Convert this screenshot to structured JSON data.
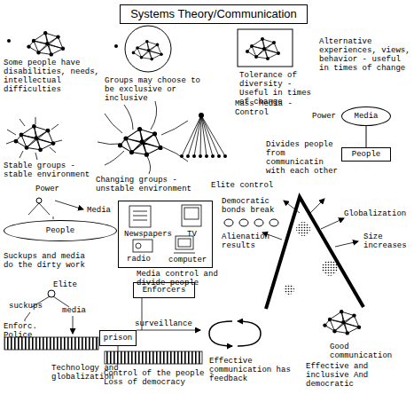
{
  "diagram": {
    "title": "Systems Theory/Communication",
    "nodes": [
      {
        "text": [
          "Media"
        ]
      },
      {
        "text": [
          "People"
        ]
      },
      {
        "text": [
          "Media control and divide people"
        ]
      },
      {
        "text": [
          "People"
        ]
      },
      {
        "text": [
          "Enforcers"
        ]
      },
      {
        "text": [
          "prison"
        ]
      }
    ],
    "edges": [
      {
        "from": 0,
        "to": 1,
        "arrow": "none"
      }
    ],
    "labels": [
      "Some people have disabilities, needs, intellectual difficulties",
      "Groups may choose to be exclusive or inclusive",
      "Tolerance of diversity - Useful in times of change",
      "Alternative experiences, views, behavior - useful in times of change",
      "Stable groups - stable environment",
      "Changing groups - unstable environment",
      "Mass Media - Control",
      "Elite control",
      "Divides people from communicatin with each other",
      "Power",
      "Power",
      "Media",
      "Suckups and media do the dirty work",
      "Newspapers",
      "TV",
      "radio",
      "computer",
      "Democratic bonds break",
      "Alienation results",
      "Globalization",
      "Size increases",
      "Elite",
      "suckups",
      "media",
      "Enforc. Police",
      "Technology and globalization",
      "surveillance",
      "Control of the people - Loss of democracy",
      "Effective communication has feedback",
      "Good communication",
      "Effective and inclusive And democratic"
    ]
  }
}
